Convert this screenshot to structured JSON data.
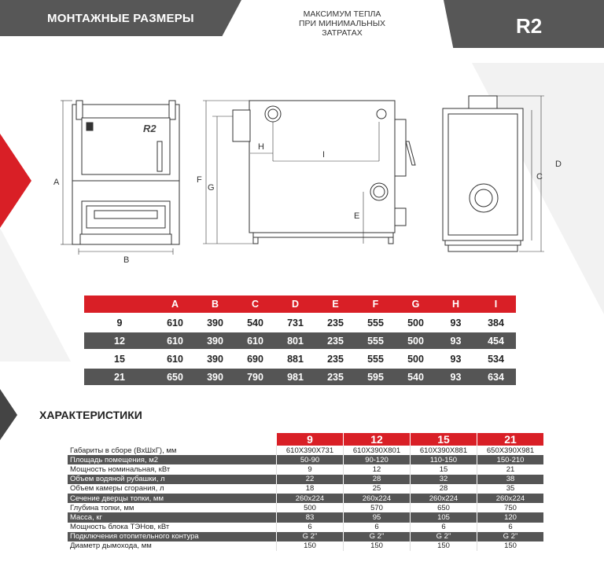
{
  "header": {
    "section_title": "МОНТАЖНЫЕ РАЗМЕРЫ",
    "slogan_lines": [
      "МАКСИМУМ ТЕПЛА",
      "ПРИ МИНИМАЛЬНЫХ",
      "ЗАТРАТАХ"
    ],
    "model": "R2"
  },
  "drawings": {
    "front_labels": {
      "a": "A",
      "b": "B"
    },
    "side_labels": {
      "f": "F",
      "g": "G",
      "h": "H",
      "i": "I",
      "e": "E"
    },
    "rear_labels": {
      "c": "C",
      "d": "D"
    },
    "logo": "R2"
  },
  "dims_table": {
    "columns": [
      "A",
      "B",
      "C",
      "D",
      "E",
      "F",
      "G",
      "H",
      "I"
    ],
    "rows": [
      {
        "model": "9",
        "values": [
          "610",
          "390",
          "540",
          "731",
          "235",
          "555",
          "500",
          "93",
          "384"
        ]
      },
      {
        "model": "12",
        "values": [
          "610",
          "390",
          "610",
          "801",
          "235",
          "555",
          "500",
          "93",
          "454"
        ]
      },
      {
        "model": "15",
        "values": [
          "610",
          "390",
          "690",
          "881",
          "235",
          "555",
          "500",
          "93",
          "534"
        ]
      },
      {
        "model": "21",
        "values": [
          "650",
          "390",
          "790",
          "981",
          "235",
          "595",
          "540",
          "93",
          "634"
        ]
      }
    ]
  },
  "characteristics": {
    "title": "ХАРАКТЕРИСТИКИ",
    "models": [
      "9",
      "12",
      "15",
      "21"
    ],
    "rows": [
      {
        "label": "Габариты в сборе (ВхШхГ), мм",
        "values": [
          "610X390X731",
          "610X390X801",
          "610X390X881",
          "650X390X981"
        ]
      },
      {
        "label": "Площадь помещения, м2",
        "values": [
          "50-90",
          "90-120",
          "110-150",
          "150-210"
        ]
      },
      {
        "label": "Мощность номинальная, кВт",
        "values": [
          "9",
          "12",
          "15",
          "21"
        ]
      },
      {
        "label": "Объем водяной рубашки, л",
        "values": [
          "22",
          "28",
          "32",
          "38"
        ]
      },
      {
        "label": "Объем камеры сгорания, л",
        "values": [
          "18",
          "25",
          "28",
          "35"
        ]
      },
      {
        "label": "Сечение дверцы топки, мм",
        "values": [
          "260x224",
          "260x224",
          "260x224",
          "260x224"
        ]
      },
      {
        "label": "Глубина топки, мм",
        "values": [
          "500",
          "570",
          "650",
          "750"
        ]
      },
      {
        "label": "Масса, кг",
        "values": [
          "83",
          "95",
          "105",
          "120"
        ]
      },
      {
        "label": "Мощность блока ТЭНов, кВт",
        "values": [
          "6",
          "6",
          "6",
          "6"
        ]
      },
      {
        "label": "Подключения отопительного контура",
        "values": [
          "G 2\"",
          "G 2\"",
          "G 2\"",
          "G 2\""
        ]
      },
      {
        "label": "Диаметр дымохода, мм",
        "values": [
          "150",
          "150",
          "150",
          "150"
        ]
      }
    ]
  },
  "colors": {
    "accent": "#d91f26",
    "dark": "#555555",
    "light_bg": "#f0f0f0"
  }
}
